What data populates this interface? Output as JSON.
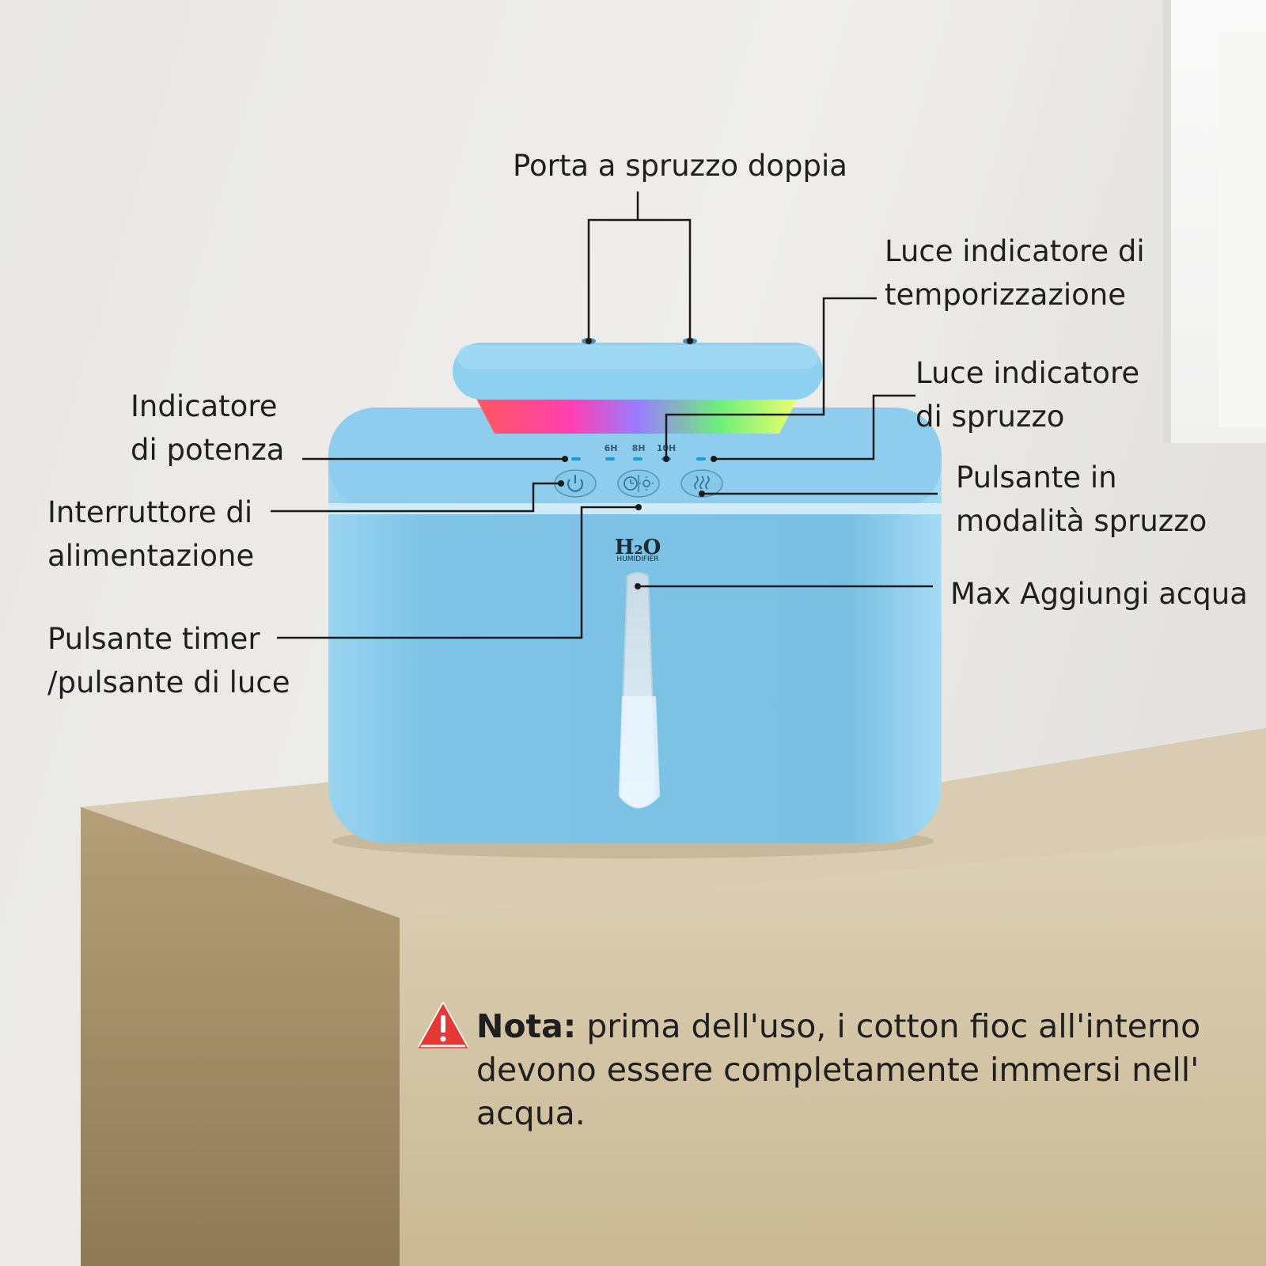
{
  "device": {
    "logo_main": "H₂O",
    "logo_sub": "HUMIDIFIER",
    "timer_labels": [
      "6H",
      "8H",
      "10H"
    ],
    "icons": [
      "power-icon",
      "clock-icon",
      "sun-icon",
      "mist-icon",
      "warning-icon"
    ],
    "colors": {
      "body": "#7fc6e8",
      "lid": "#9fd5f0",
      "cardboard": "#d6c8ac",
      "led": "#1a9ad8",
      "warning": "#e53935"
    }
  },
  "callouts": {
    "dual_spray_port": "Porta a spruzzo doppia",
    "timer_light": [
      "Luce indicatore di",
      "temporizzazione"
    ],
    "power_indicator": [
      "Indicatore",
      "di potenza"
    ],
    "spray_light": [
      "Luce indicatore",
      "di spruzzo"
    ],
    "power_switch": [
      "Interruttore di",
      "alimentazione"
    ],
    "spray_mode_button": [
      "Pulsante in",
      "modalità spruzzo"
    ],
    "max_water": "Max Aggiungi acqua",
    "timer_light_button": [
      "Pulsante timer",
      "/pulsante di luce"
    ]
  },
  "note": {
    "label": "Nota:",
    "lines": [
      " prima dell'uso, i cotton fioc all'interno",
      "devono essere completamente immersi nell'",
      "acqua."
    ]
  }
}
